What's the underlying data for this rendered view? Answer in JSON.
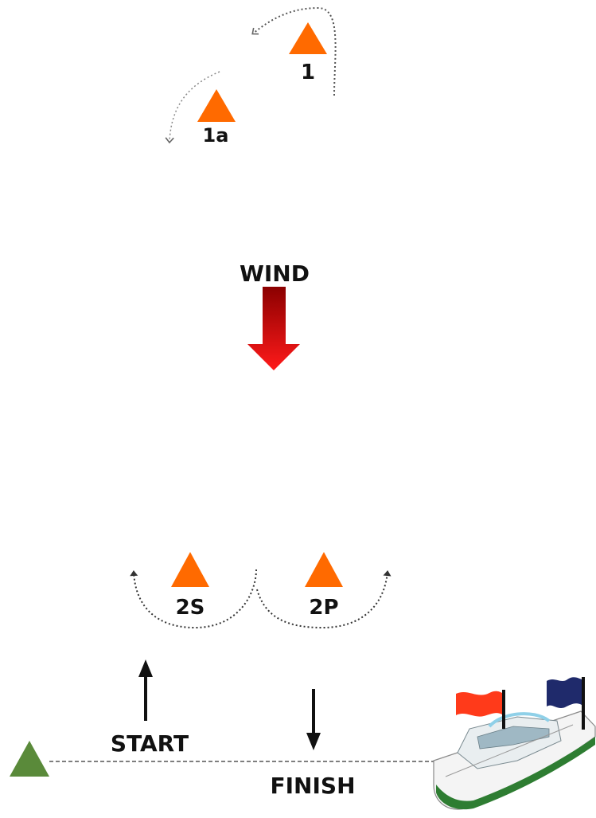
{
  "wind": {
    "label": "WIND",
    "arrow_color": "#d90000"
  },
  "marks": {
    "color": "#ff6a00",
    "m1": {
      "label": "1"
    },
    "m1a": {
      "label": "1a"
    },
    "m2s": {
      "label": "2S"
    },
    "m2p": {
      "label": "2P"
    }
  },
  "start": {
    "label": "START"
  },
  "finish": {
    "label": "FINISH"
  },
  "pin_mark_color": "#5a8a3a",
  "committee_boat": {
    "hull_color": "#2e7d32",
    "flags": [
      {
        "name": "red-flag",
        "color": "#ff3a1a"
      },
      {
        "name": "blue-flag",
        "color": "#1f2a6b"
      }
    ]
  }
}
